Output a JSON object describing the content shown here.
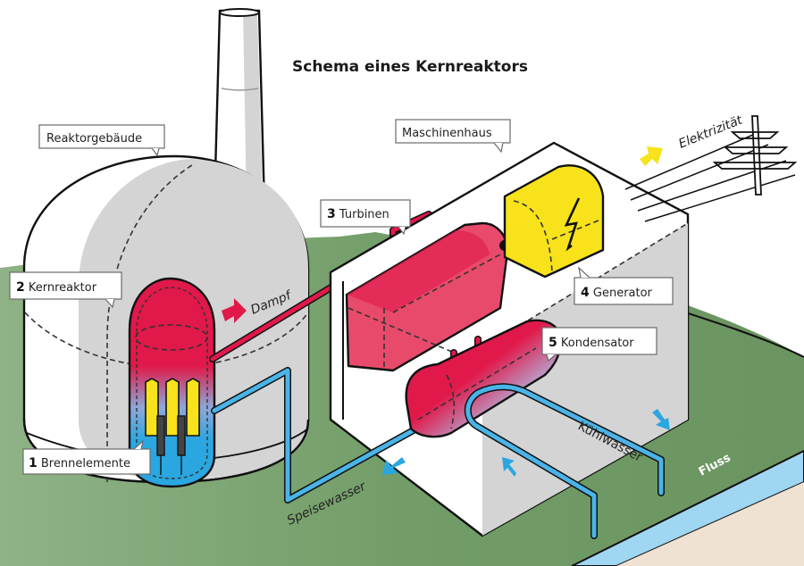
{
  "diagram": {
    "title": "Schema eines Kernreaktors",
    "buildings": {
      "reactor_building": "Reaktorgebäude",
      "machine_house": "Maschinenhaus"
    },
    "components": [
      {
        "number": "1",
        "label": "Brennelemente"
      },
      {
        "number": "2",
        "label": "Kernreaktor"
      },
      {
        "number": "3",
        "label": "Turbinen"
      },
      {
        "number": "4",
        "label": "Generator"
      },
      {
        "number": "5",
        "label": "Kondensator"
      }
    ],
    "flows": {
      "steam": "Dampf",
      "feedwater": "Speisewasser",
      "cooling_water": "Kühlwasser",
      "river": "Fluss",
      "electricity": "Elektrizität"
    },
    "colors": {
      "steam_red": "#e0194a",
      "water_blue": "#2aa6e0",
      "light_blue": "#9fd6f2",
      "generator_yellow": "#f7e21b",
      "ground_green": "#6f9a64",
      "building_gray": "#d4d4d4",
      "soil_beige": "#efe2d2"
    }
  }
}
